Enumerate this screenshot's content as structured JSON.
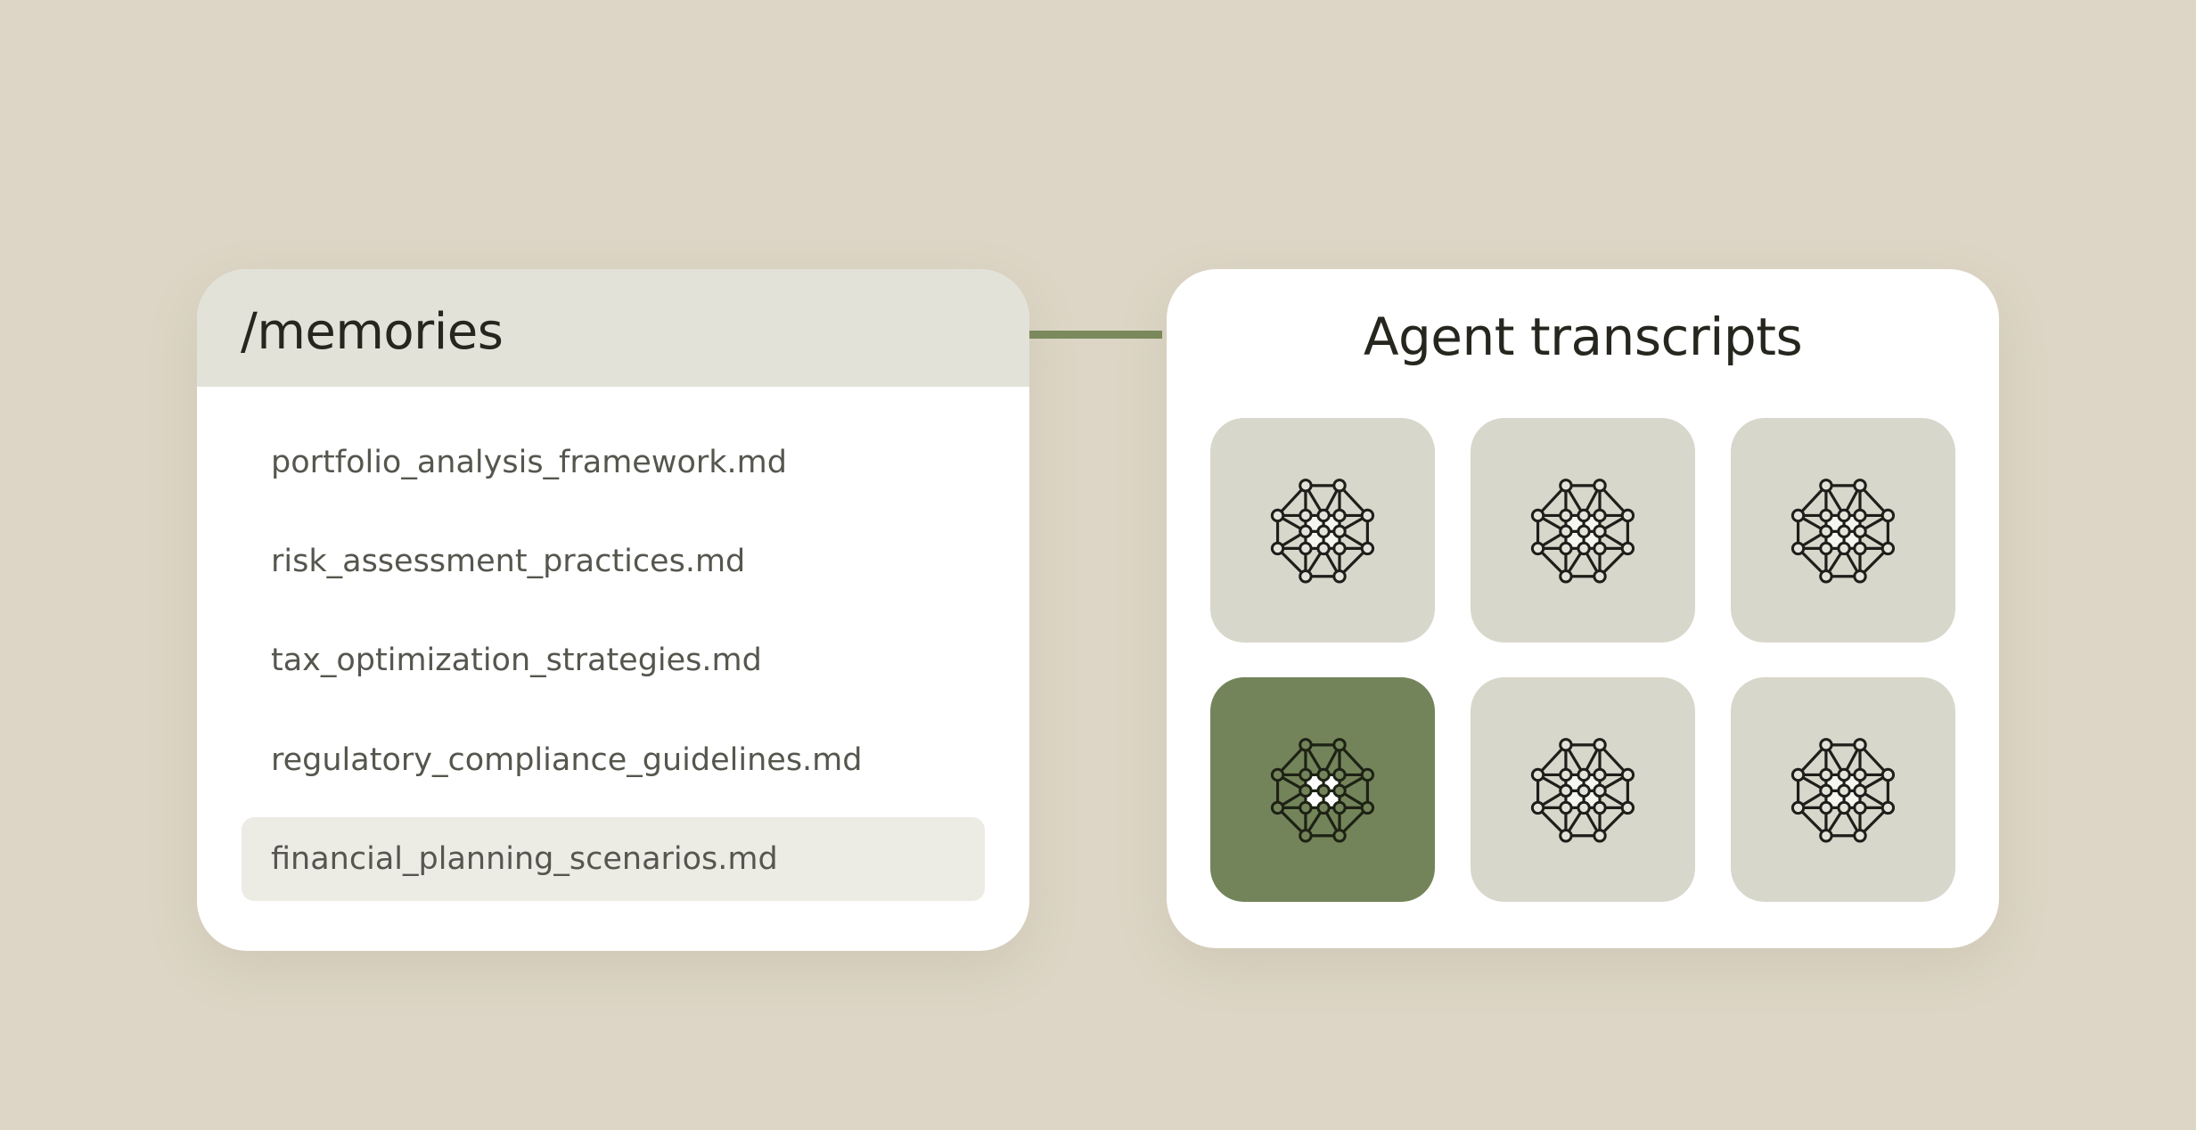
{
  "memories": {
    "title": "/memories",
    "files": [
      "portfolio_analysis_framework.md",
      "risk_assessment_practices.md",
      "tax_optimization_strategies.md",
      "regulatory_compliance_guidelines.md",
      "financial_planning_scenarios.md"
    ],
    "selected_file": "financial_planning_scenarios.md"
  },
  "transcripts": {
    "title": "Agent transcripts",
    "tile_count": 6,
    "active_tile": 4,
    "icon": "network-graph-icon"
  },
  "colors": {
    "background": "#ddd6c6",
    "accent_green": "#74845a",
    "tile_default": "#d8d7cb",
    "header_gray": "#e3e2d9"
  }
}
